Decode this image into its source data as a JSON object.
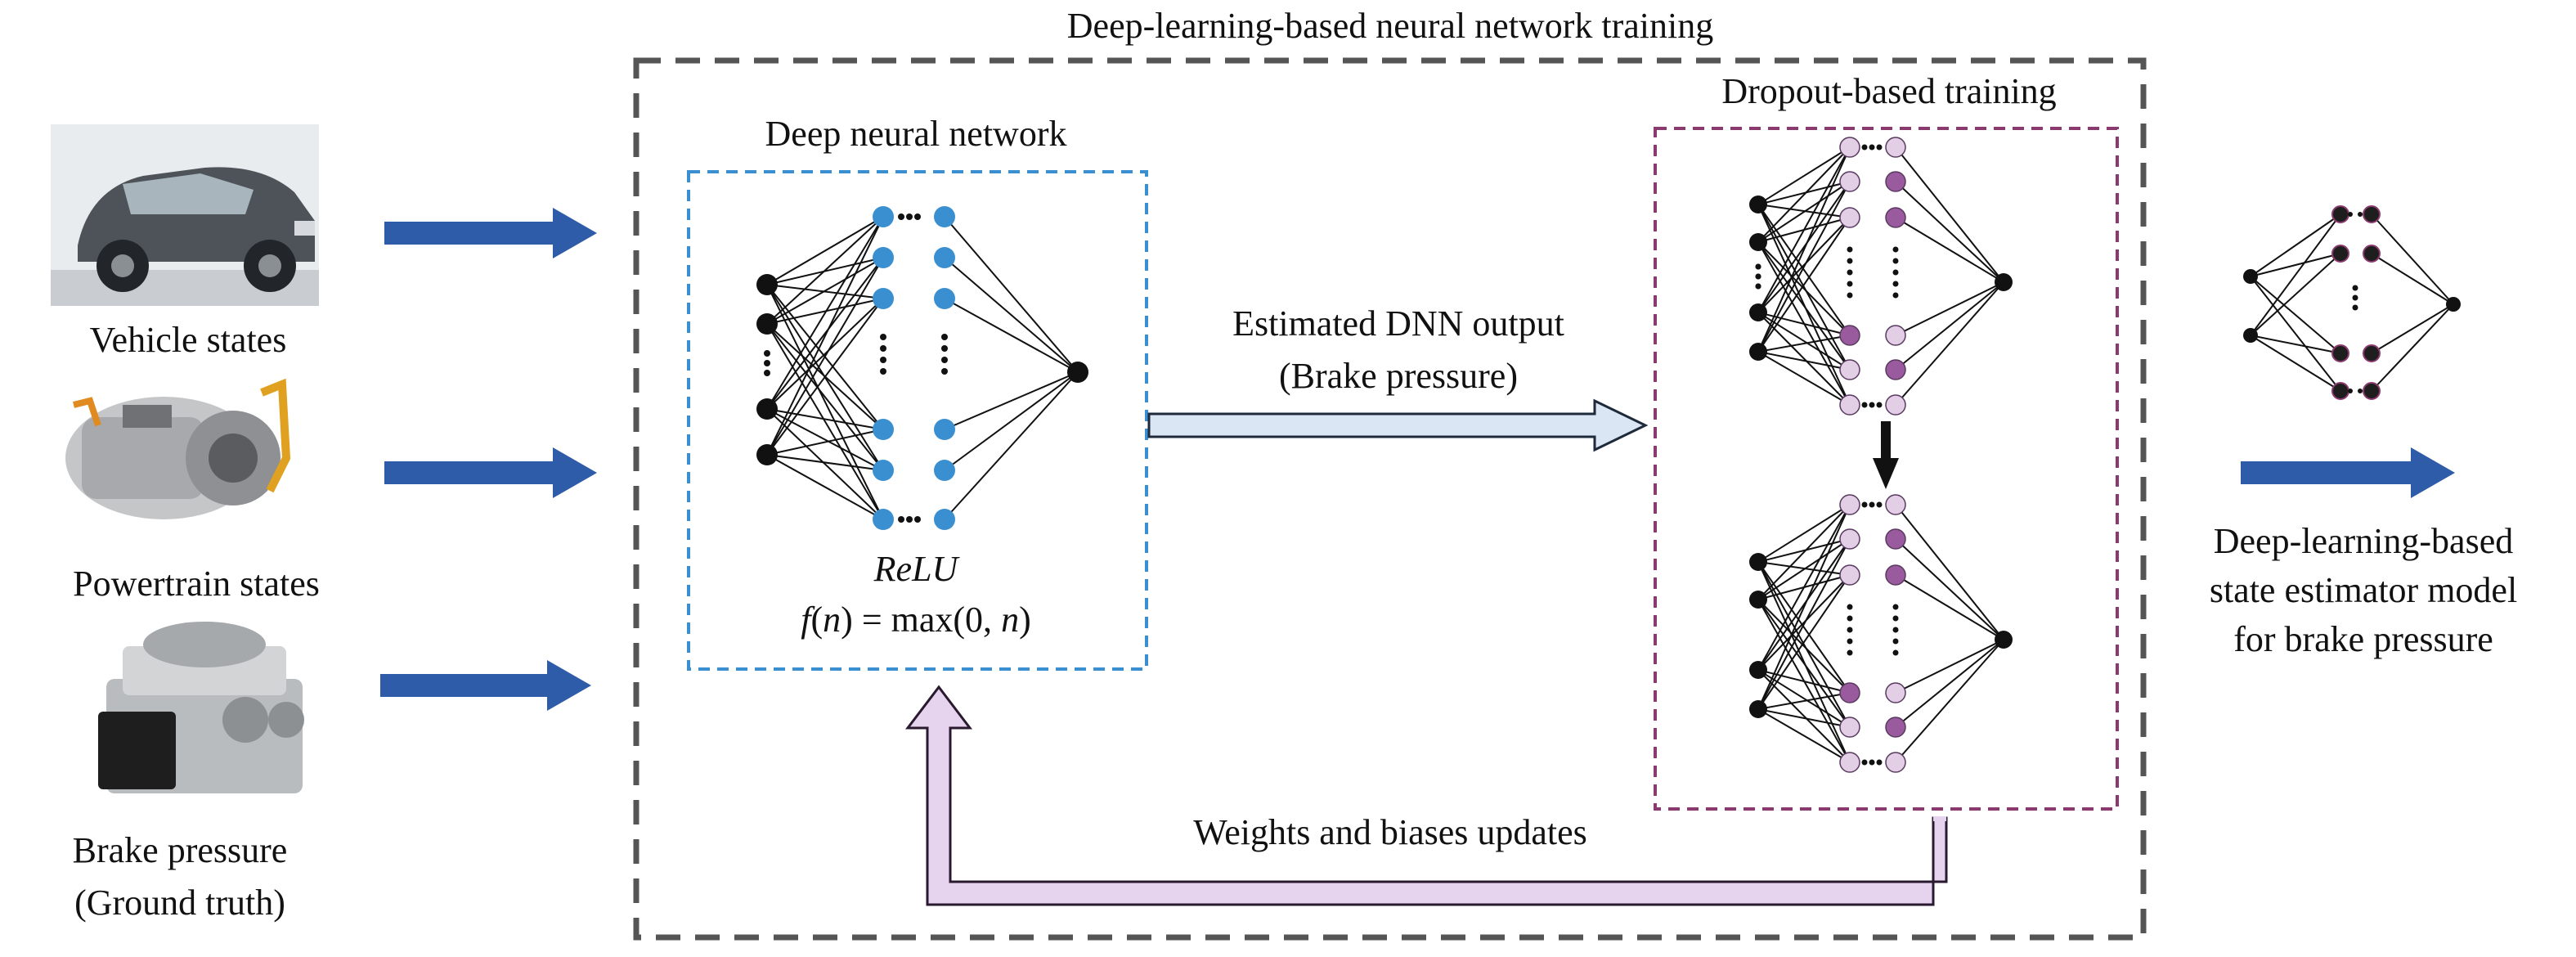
{
  "title": "Deep-learning-based neural network training",
  "inputs": {
    "vehicle": "Vehicle states",
    "powertrain": "Powertrain states",
    "brake": [
      "Brake pressure",
      "(Ground truth)"
    ]
  },
  "dnn": {
    "title": "Deep neural network",
    "activation": "ReLU",
    "formula_f": "f",
    "formula_n": "n",
    "formula_rest": "= max(0, ",
    "formula_n2": "n",
    "formula_close": ")"
  },
  "estimated_output": [
    "Estimated DNN output",
    "(Brake pressure)"
  ],
  "dropout": {
    "title": "Dropout-based training"
  },
  "feedback": "Weights and biases updates",
  "result": [
    "Deep-learning-based",
    "state estimator model",
    "for brake pressure"
  ],
  "colors": {
    "arrow_blue": "#2e5ca8",
    "dnn_node": "#3a8fd0",
    "dnn_box": "#3a8fd0",
    "dropout_box": "#8a3a6e",
    "dropout_active": "#9a5a9e",
    "dropout_inactive": "#e2cfe6",
    "feedback_arrow": "#e6d3ee",
    "output_arrow": "#dbe6f4",
    "outer_box": "#555555"
  }
}
